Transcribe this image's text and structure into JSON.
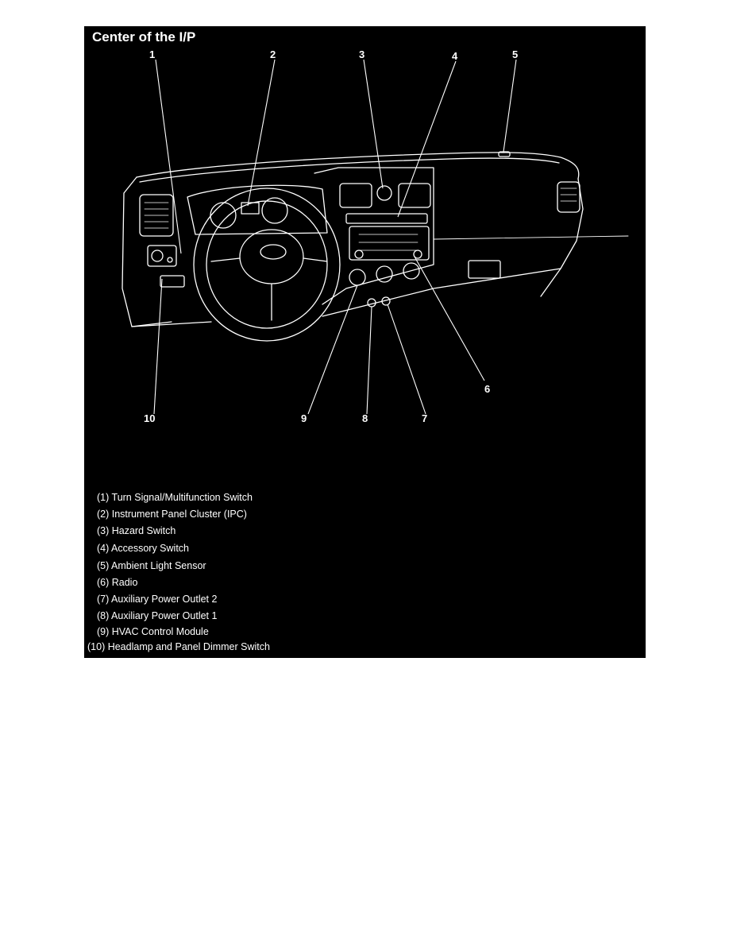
{
  "title": "Center of the I/P",
  "callouts": [
    "1",
    "2",
    "3",
    "4",
    "5",
    "6",
    "7",
    "8",
    "9",
    "10"
  ],
  "legend": [
    "(1) Turn Signal/Multifunction Switch",
    "(2) Instrument Panel Cluster (IPC)",
    "(3) Hazard Switch",
    "(4) Accessory Switch",
    "(5) Ambient Light Sensor",
    "(6) Radio",
    "(7) Auxiliary Power Outlet 2",
    "(8) Auxiliary Power Outlet 1",
    "(9) HVAC Control Module",
    "(10) Headlamp and Panel Dimmer Switch"
  ],
  "colors": {
    "background": "#000000",
    "lines": "#ffffff",
    "page": "#ffffff"
  }
}
